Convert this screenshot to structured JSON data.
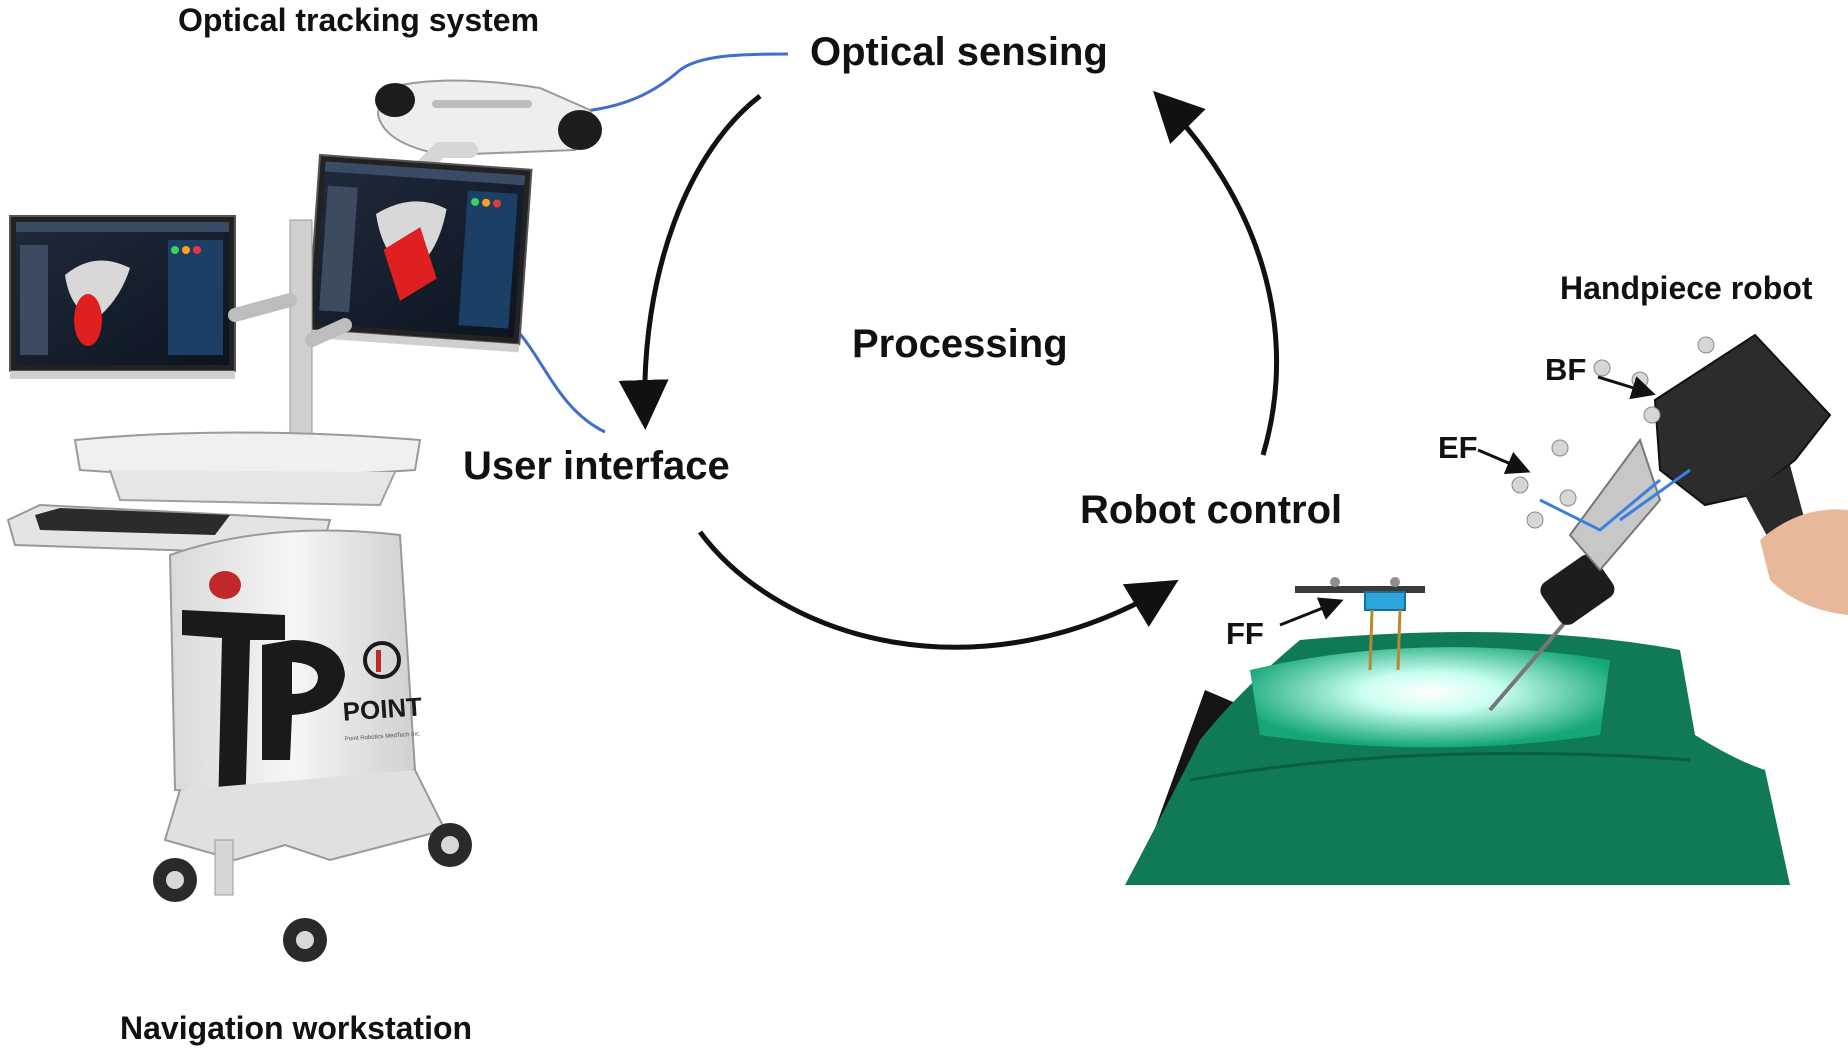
{
  "labels": {
    "optical_tracking_system": "Optical tracking system",
    "optical_sensing": "Optical sensing",
    "processing": "Processing",
    "user_interface": "User interface",
    "robot_control": "Robot control",
    "handpiece_robot": "Handpiece robot",
    "bf": "BF",
    "ef": "EF",
    "ff": "FF",
    "navigation_workstation": "Navigation workstation"
  },
  "brand": {
    "logo_text": "POINT",
    "subtext": "Point Robotics MedTech Inc."
  },
  "colors": {
    "arrow": "#111111",
    "cable": "#3f6fd0",
    "drape": "#0f7a55",
    "drape_light": "#7fe8c4",
    "cart_white": "#ececec",
    "logo_black": "#1a1a1a",
    "logo_red": "#c0282a",
    "target_red": "#e02020"
  }
}
